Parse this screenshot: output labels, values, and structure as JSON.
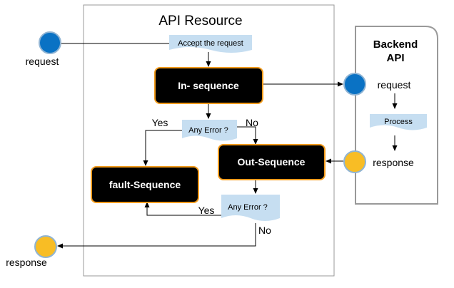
{
  "api_resource": {
    "title": "API Resource"
  },
  "backend_api": {
    "title_line1": "Backend",
    "title_line2": "API"
  },
  "external": {
    "request_label": "request",
    "response_label": "response"
  },
  "steps": {
    "accept": "Accept the request",
    "in_sequence": "In- sequence",
    "any_error_1": "Any Error ?",
    "out_sequence": "Out-Sequence",
    "fault_sequence": "fault-Sequence",
    "any_error_2": "Any Error ?"
  },
  "branches": {
    "yes_1": "Yes",
    "no_1": "No",
    "yes_2": "Yes",
    "no_2": "No"
  },
  "backend": {
    "request_label": "request",
    "process": "Process",
    "response_label": "response"
  },
  "colors": {
    "request_node": "#0a72c4",
    "response_node": "#f8bd25",
    "node_outline": "#8fb4d4",
    "doc_fill": "#c6def1",
    "sequence_fill": "#000000",
    "sequence_border": "#f29b1c",
    "frame_line": "#999999"
  }
}
